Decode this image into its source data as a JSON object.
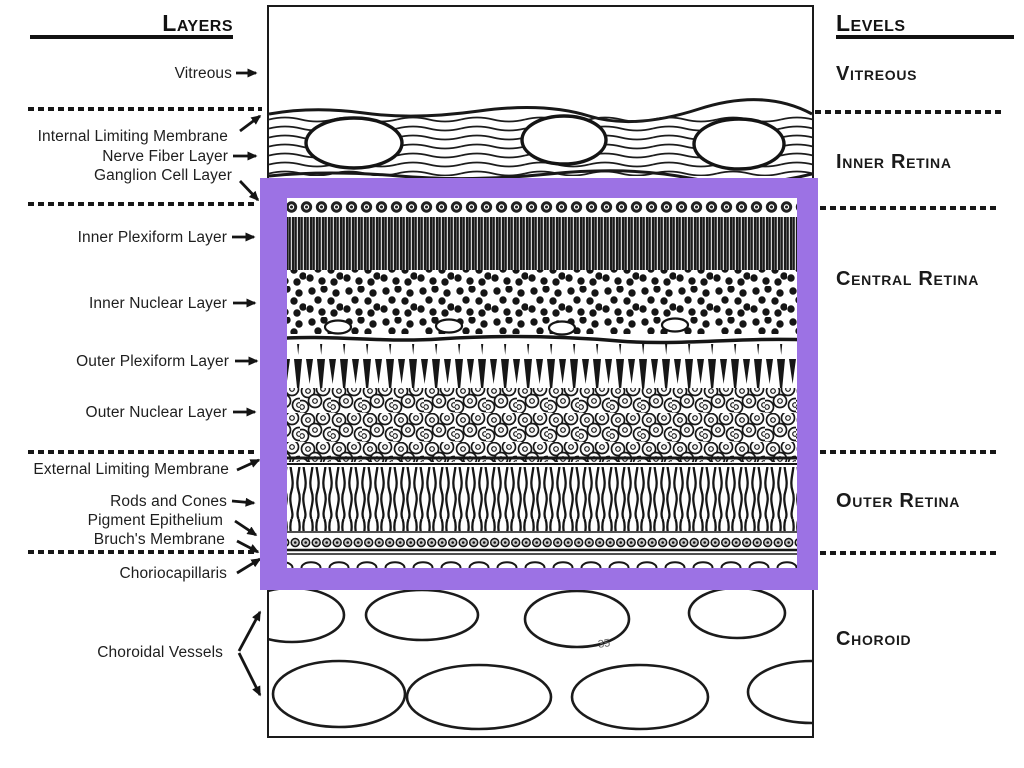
{
  "headers": {
    "layers": "Layers",
    "levels": "Levels"
  },
  "layers": {
    "items": [
      {
        "label": "Vitreous"
      },
      {
        "label": "Internal Limiting Membrane"
      },
      {
        "label": "Nerve Fiber Layer"
      },
      {
        "label": "Ganglion Cell Layer"
      },
      {
        "label": "Inner Plexiform Layer"
      },
      {
        "label": "Inner Nuclear Layer"
      },
      {
        "label": "Outer Plexiform Layer"
      },
      {
        "label": "Outer Nuclear Layer"
      },
      {
        "label": "External Limiting Membrane"
      },
      {
        "label": "Rods and Cones"
      },
      {
        "label": "Pigment Epithelium"
      },
      {
        "label": "Bruch's Membrane"
      },
      {
        "label": "Choriocapillaris"
      },
      {
        "label": "Choroidal Vessels"
      }
    ]
  },
  "levels": {
    "items": [
      {
        "label": "Vitreous"
      },
      {
        "label": "Inner Retina"
      },
      {
        "label": "Central Retina"
      },
      {
        "label": "Outer Retina"
      },
      {
        "label": "Choroid"
      }
    ]
  },
  "highlight": {
    "color": "#9c72e4"
  },
  "artifact": {
    "text": "35"
  }
}
